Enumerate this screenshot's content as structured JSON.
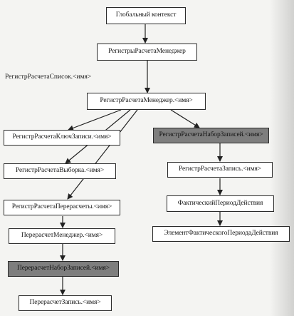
{
  "nodes": {
    "global_context": "Глобальный контекст",
    "registers_manager": "РегистрыРасчетаМенеджер",
    "register_list": "РегистрРасчетаСписок.<имя>",
    "register_manager": "РегистрРасчетаМенеджер.<имя>",
    "register_record_key": "РегистрРасчетаКлючЗаписи.<имя>",
    "register_recordset": "РегистрРасчетаНаборЗаписей.<имя>",
    "register_selection": "РегистрРасчетаВыборка.<имя>",
    "register_record": "РегистрРасчетаЗапись.<имя>",
    "register_recalculations": "РегистрРасчетаПерерасчеты.<имя>",
    "actual_period": "ФактическийПериодДействия",
    "recalc_manager": "ПерерасчетМенеджер.<имя>",
    "actual_period_element": "ЭлементФактическогоПериодаДействия",
    "recalc_recordset": "ПерерасчетНаборЗаписей.<имя>",
    "recalc_record": "ПерерасчетЗапись.<имя>"
  },
  "colors": {
    "highlight_fill": "#7e7e7e",
    "node_fill": "#ffffff",
    "line": "#222222"
  }
}
